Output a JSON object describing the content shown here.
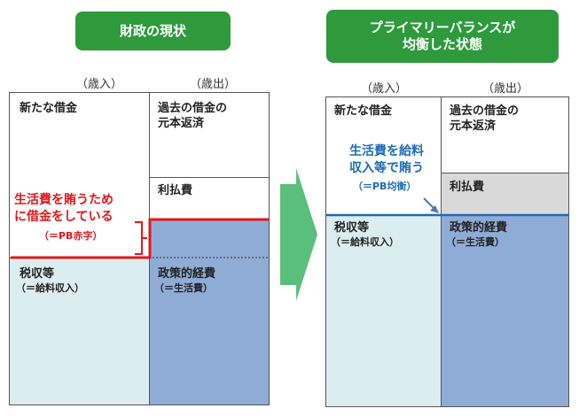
{
  "left": {
    "title": "財政の現状",
    "revenue_header": "（歳入）",
    "expenditure_header": "（歳出）",
    "new_borrowing": "新たな借金",
    "past_debt": "過去の借金の\n元本返済",
    "interest": "利払費",
    "tax": "税収等",
    "tax_sub": "（＝給料収入）",
    "policy": "政策的経費",
    "policy_sub": "（＝生活費）",
    "deficit_note": "生活費を賄うため\nに借金をしている",
    "deficit_sub": "（＝PB赤字）"
  },
  "right": {
    "title": "プライマリーバランスが\n均衡した状態",
    "revenue_header": "（歳入）",
    "expenditure_header": "（歳出）",
    "new_borrowing": "新たな借金",
    "past_debt": "過去の借金の\n元本返済",
    "interest": "利払費",
    "tax": "税収等",
    "tax_sub": "（＝給料収入）",
    "policy": "政策的経費",
    "policy_sub": "（＝生活費）",
    "balance_note": "生活費を給料\n収入等で賄う",
    "balance_sub": "（＝PB均衡）"
  },
  "colors": {
    "title_green": "#2e9a3c",
    "arrow_green": "#5bbf7c",
    "tax_fill": "#dcedf2",
    "policy_fill": "#8facd6",
    "interest_gray": "#d9d9d9",
    "deficit_red": "#e0181c",
    "balance_blue": "#1f6bb4"
  }
}
